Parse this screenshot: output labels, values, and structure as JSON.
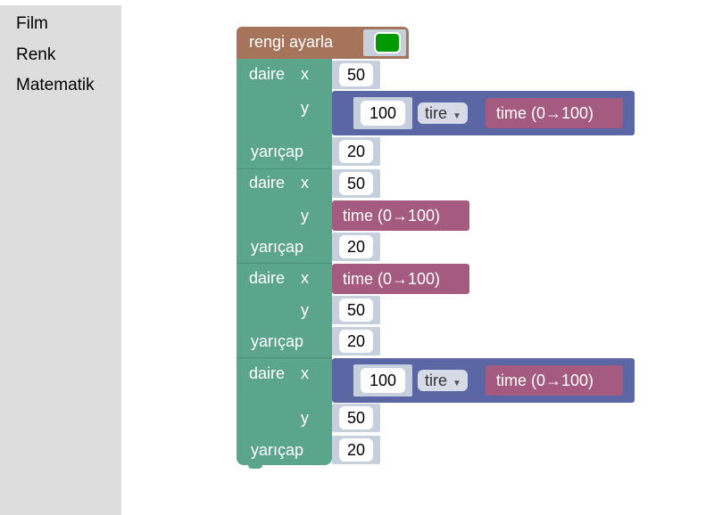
{
  "toolbox": {
    "categories": [
      "Film",
      "Renk",
      "Matematik"
    ]
  },
  "blocks": {
    "set_color": {
      "label": "rengi ayarla",
      "color": "#009900"
    },
    "circle_label": "daire",
    "x_label": "x",
    "y_label": "y",
    "radius_label": "yarıçap",
    "time_label": "time (0→100)",
    "minus_value": "100",
    "minus_op": "tire",
    "circle1": {
      "x": "50",
      "radius": "20"
    },
    "circle2": {
      "x": "50",
      "radius": "20"
    },
    "circle3": {
      "y": "50",
      "radius": "20"
    },
    "circle4": {
      "y": "50",
      "radius": "20"
    }
  },
  "colors": {
    "toolbox_bg": "#dddddd",
    "set_color_block": "#a5745b",
    "circle_block": "#5ba58c",
    "math_block": "#5b67a5",
    "time_block": "#a55b80"
  }
}
